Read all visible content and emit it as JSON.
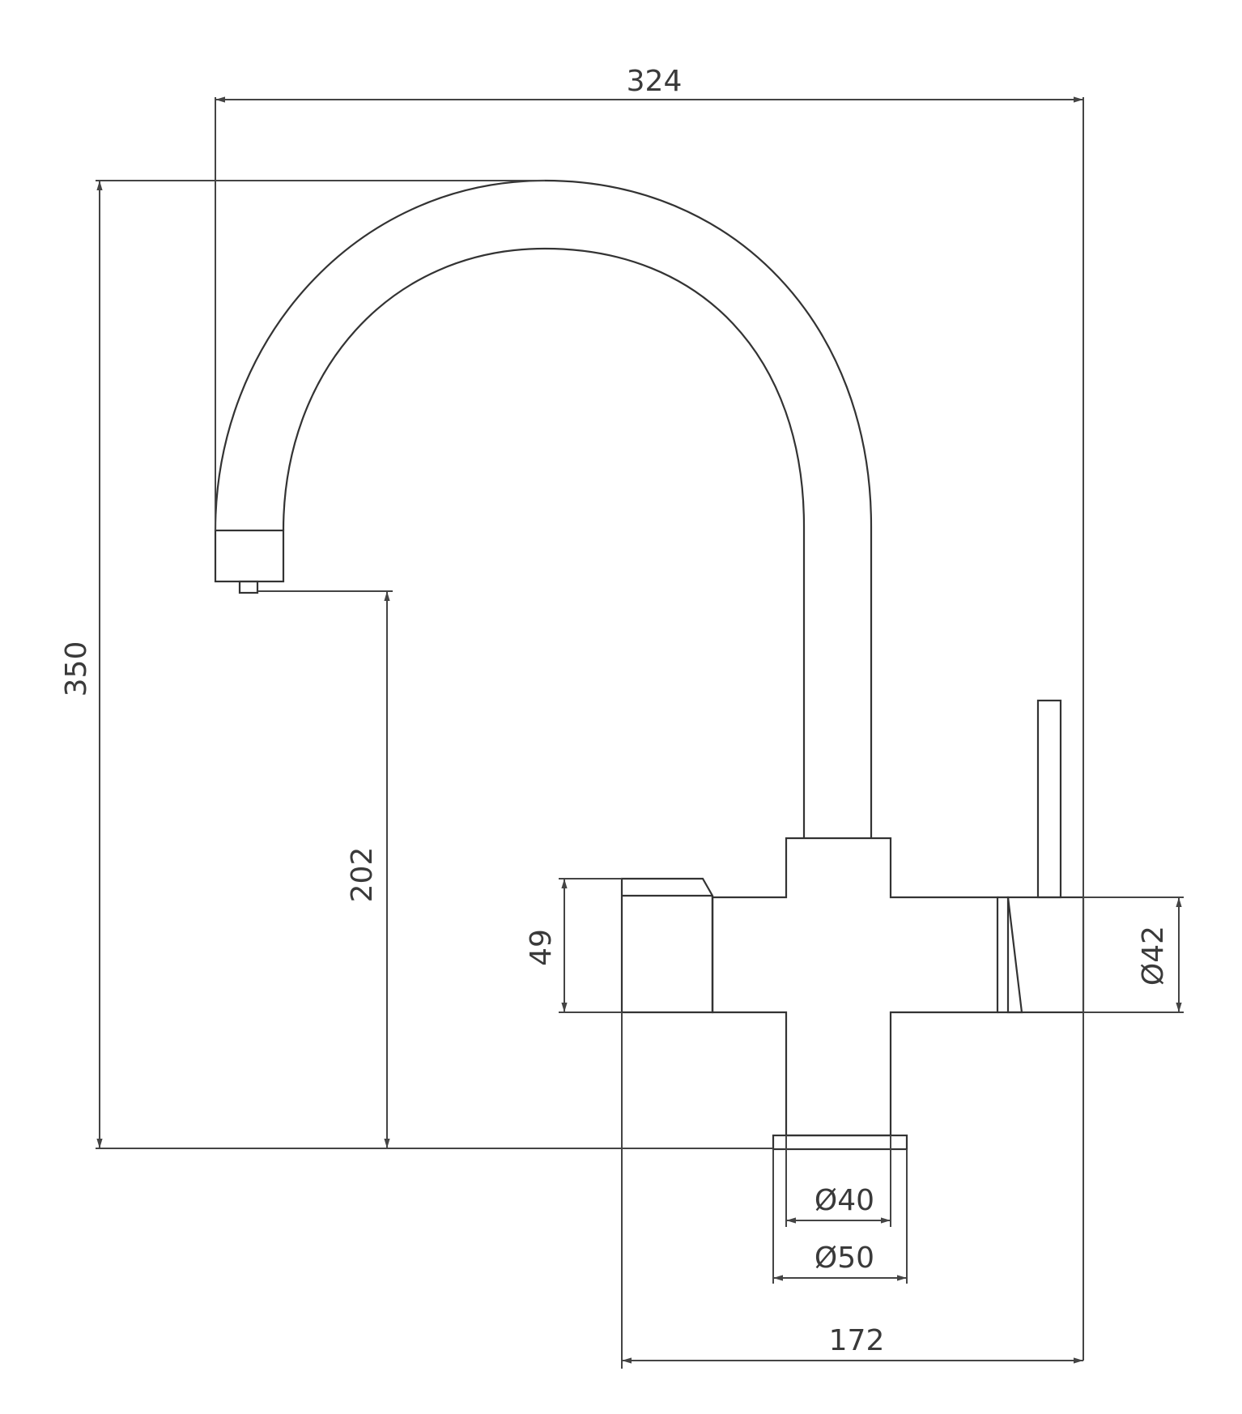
{
  "colors": {
    "line": "#333333",
    "dimension": "#444444",
    "text": "#3a3a3a",
    "background": "#ffffff"
  },
  "dimensions": {
    "overall_width": "324",
    "overall_height": "350",
    "spout_height": "202",
    "handle_height": "49",
    "lever_body_diameter": "Ø42",
    "base_inner_diameter": "Ø40",
    "base_outer_diameter": "Ø50",
    "body_width": "172"
  }
}
